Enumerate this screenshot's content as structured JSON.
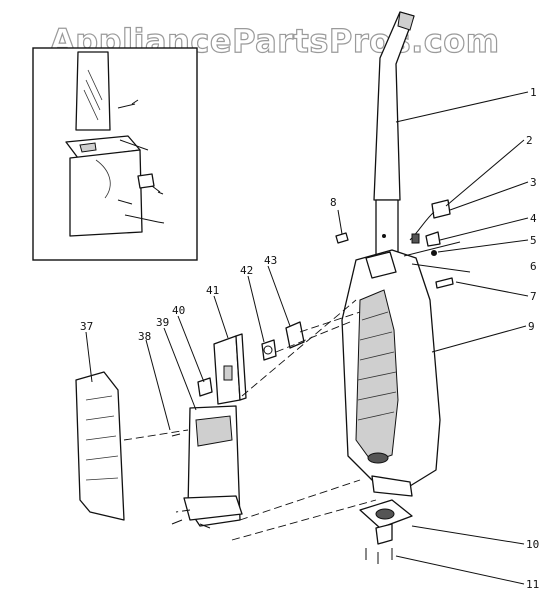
{
  "watermark": "AppliancePartsPros.com",
  "callouts": {
    "c1": "1",
    "c2": "2",
    "c3": "3",
    "c4": "4",
    "c5": "5",
    "c6": "6",
    "c7": "7",
    "c8": "8",
    "c9": "9",
    "c10": "10",
    "c11": "11",
    "c37": "37",
    "c38": "38",
    "c39": "39",
    "c40": "40",
    "c41": "41",
    "c42": "42",
    "c43": "43"
  }
}
